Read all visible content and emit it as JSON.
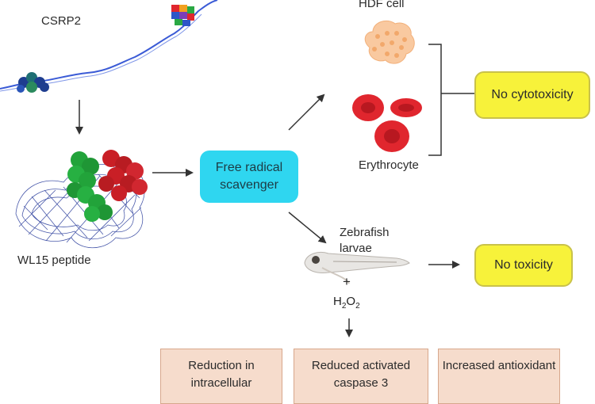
{
  "diagram": {
    "protein_label": "CSRP2",
    "peptide_label": "WL15 peptide",
    "scavenger_label": "Free radical scavenger",
    "hdf_label": "HDF cell",
    "erythrocyte_label": "Erythrocyte",
    "no_cytotoxicity_label": "No cytotoxicity",
    "zebrafish_label": "Zebrafish larvae",
    "plus_sign": "+",
    "h2o2_main": "H",
    "h2o2_sub1": "2",
    "h2o2_mid": "O",
    "h2o2_sub2": "2",
    "no_toxicity_label": "No toxicity",
    "effects": [
      "Reduction in intracellular",
      "Reduced activated caspase 3",
      "Increased antioxidant"
    ]
  },
  "colors": {
    "scavenger_box": "#2fd6f0",
    "result_box": "#f7f23a",
    "effect_box": "#f6dccc",
    "erythrocyte": "#e0262e",
    "hdf_cell": "#f9c9a0",
    "peptide_green": "#22a33a",
    "peptide_red": "#c91f26",
    "peptide_mesh": "#2a3d9c"
  }
}
